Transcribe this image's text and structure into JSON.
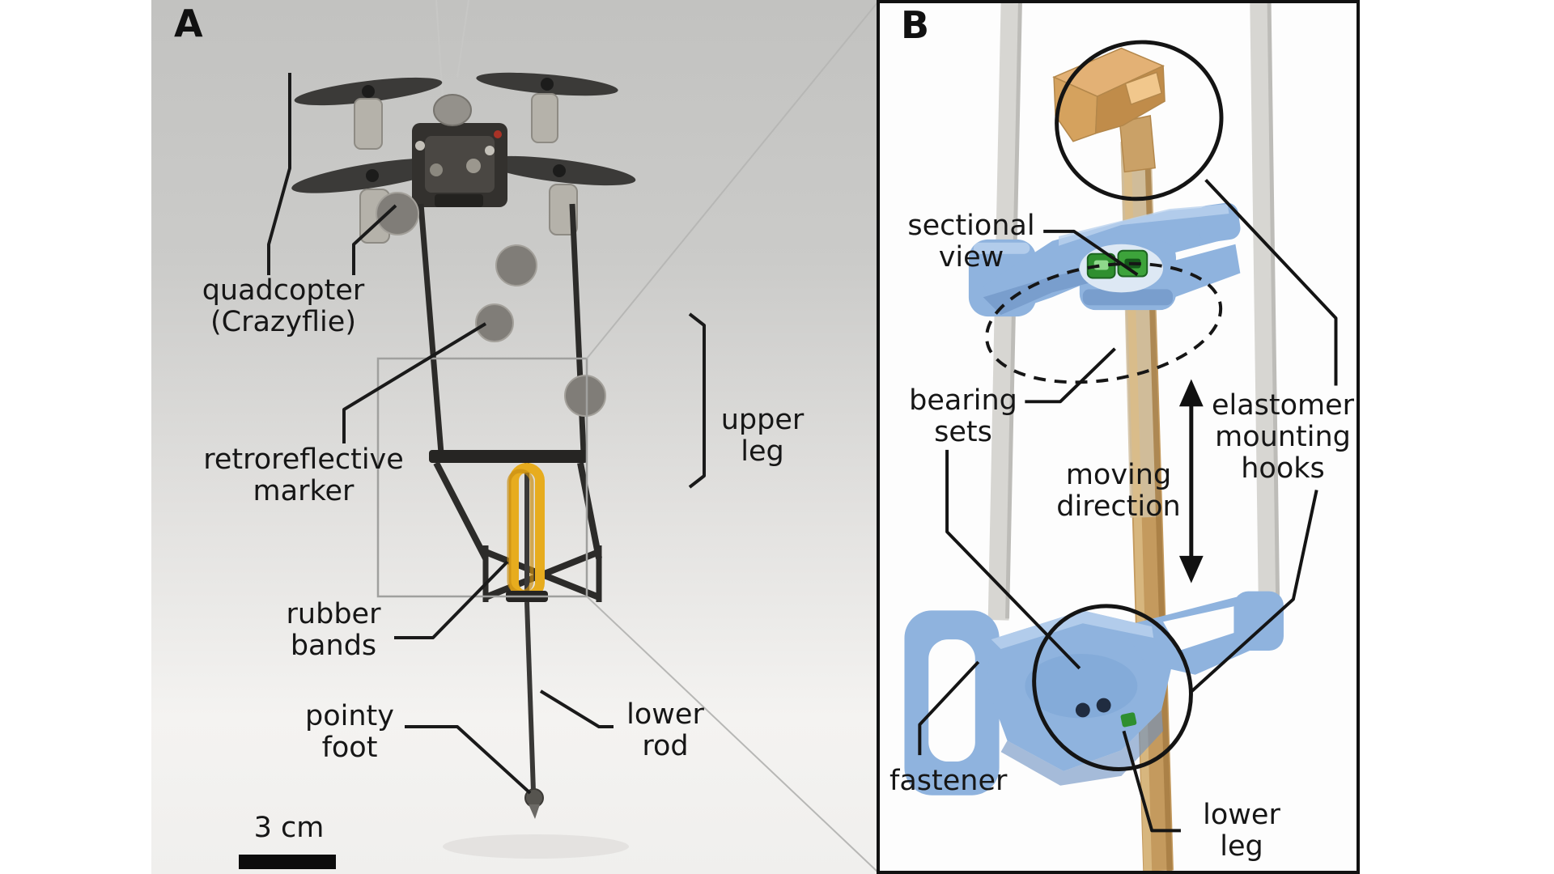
{
  "panel_a": {
    "letter": "A",
    "labels": {
      "quadcopter": "quadcopter\n(Crazyflie)",
      "retroreflective_marker": "retroreflective\nmarker",
      "upper_leg": "upper\nleg",
      "rubber_bands": "rubber\nbands",
      "pointy_foot": "pointy\nfoot",
      "lower_rod": "lower\nrod",
      "scale_bar": "3 cm"
    }
  },
  "panel_b": {
    "letter": "B",
    "labels": {
      "sectional_view": "sectional\nview",
      "bearing_sets": "bearing\nsets",
      "moving_direction": "moving\ndirection",
      "elastomer_mounting_hooks": "elastomer\nmounting\nhooks",
      "fastener": "fastener",
      "lower_leg": "lower\nleg"
    }
  },
  "colors": {
    "mount_blue": "#8fb3de",
    "leg_tan": "#c49a5e",
    "bearing_green": "#2f8f2f",
    "rubber_yellow": "#e7ac1e",
    "ink": "#161616"
  }
}
